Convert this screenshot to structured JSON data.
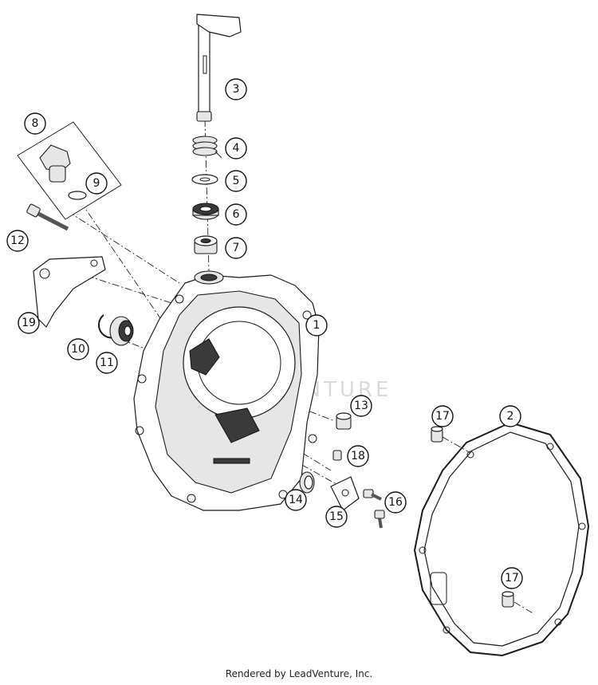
{
  "watermark": "ADVENTURE",
  "footer": "Rendered by LeadVenture, Inc.",
  "callouts": [
    "1",
    "2",
    "3",
    "4",
    "5",
    "6",
    "7",
    "8",
    "9",
    "10",
    "11",
    "12",
    "13",
    "14",
    "15",
    "16",
    "17",
    "17",
    "18",
    "19"
  ]
}
